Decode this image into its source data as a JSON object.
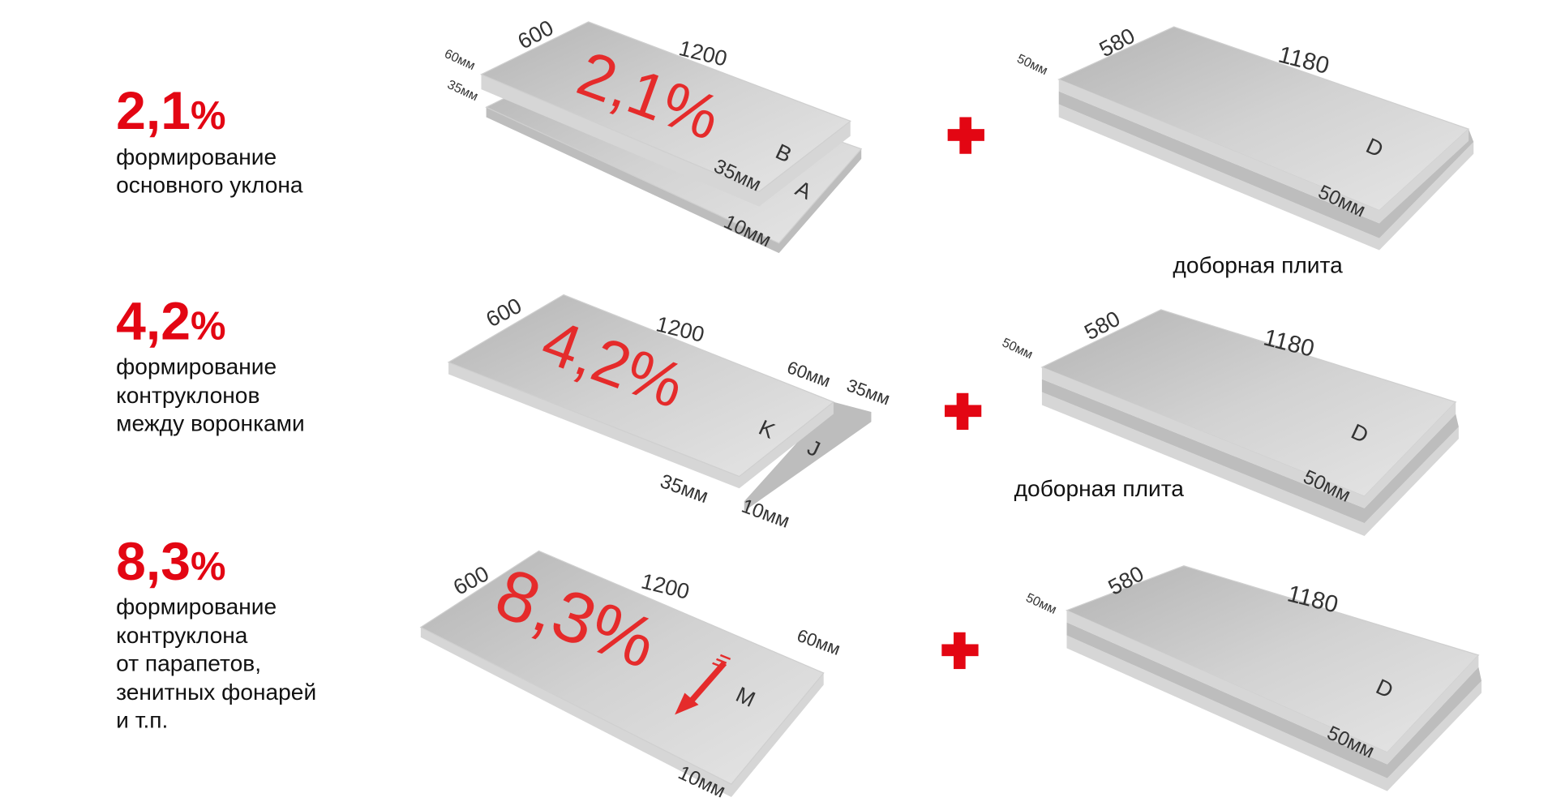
{
  "rows": [
    {
      "percent": "2,1",
      "percent_sign": "%",
      "description": [
        "формирование",
        "основного уклона"
      ],
      "plate": {
        "big_label": "2,1%",
        "width": "600",
        "length": "1200",
        "thick_left_top": "60мм",
        "thick_left_bottom": "35мм",
        "labels": [
          "B",
          "A"
        ],
        "thick_right_top": "35мм",
        "thick_right_bottom": "10мм"
      },
      "extra_plate": {
        "width": "580",
        "length": "1180",
        "thick_left": "50мм",
        "label": "D",
        "thick_right": "50мм",
        "caption": "доборная плита"
      }
    },
    {
      "percent": "4,2",
      "percent_sign": "%",
      "description": [
        "формирование",
        "контруклонов",
        "между воронками"
      ],
      "plate": {
        "big_label": "4,2%",
        "width": "600",
        "length": "1200",
        "thick_top_a": "60мм",
        "thick_top_b": "35мм",
        "labels": [
          "K",
          "J"
        ],
        "thick_bottom_a": "35мм",
        "thick_bottom_b": "10мм"
      },
      "extra_plate": {
        "width": "580",
        "length": "1180",
        "thick_left": "50мм",
        "label": "D",
        "thick_right": "50мм",
        "caption": "доборная плита"
      }
    },
    {
      "percent": "8,3",
      "percent_sign": "%",
      "description": [
        "формирование",
        "контруклона",
        "от парапетов,",
        "зенитных фонарей",
        "и т.п."
      ],
      "plate": {
        "big_label": "8,3%",
        "width": "600",
        "length": "1200",
        "thick_right": "60мм",
        "label": "M",
        "thick_bottom": "10мм"
      },
      "extra_plate": {
        "width": "580",
        "length": "1180",
        "thick_left": "50мм",
        "label": "D",
        "thick_right": "50мм"
      }
    }
  ],
  "plus_icon": "plus-icon",
  "colors": {
    "accent": "#e30613",
    "plate": "#d9d9d9"
  }
}
